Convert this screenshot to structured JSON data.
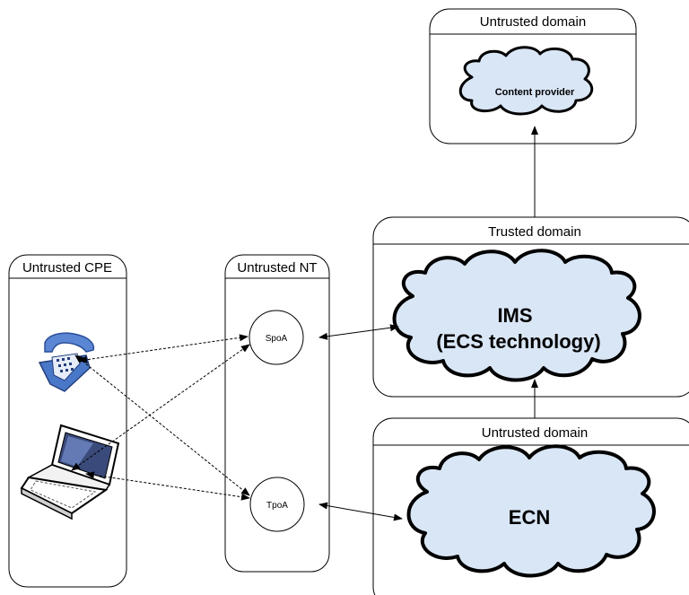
{
  "domains": {
    "untrusted_top": "Untrusted domain",
    "trusted": "Trusted domain",
    "untrusted_bottom": "Untrusted domain",
    "untrusted_cpe": "Untrusted CPE",
    "untrusted_nt": "Untrusted NT"
  },
  "clouds": {
    "content_provider": "Content provider",
    "ims_line1": "IMS",
    "ims_line2": "(ECS technology)",
    "ecn": "ECN"
  },
  "nodes": {
    "spoa": "SpoA",
    "tpoa": "TpoA"
  },
  "devices": {
    "telephone": "telephone-icon",
    "laptop": "laptop-icon"
  },
  "colors": {
    "cloud_fill": "#d9e6f6",
    "phone_blue": "#4a78c8"
  }
}
